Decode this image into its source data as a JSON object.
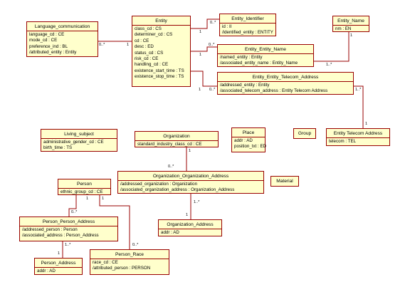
{
  "classes": {
    "language_communication": {
      "name": "Language_communication",
      "attrs": [
        "language_cd : CE",
        "mode_cd : CE",
        "preference_ind : BL",
        "/attributed_entity : Entity"
      ]
    },
    "entity": {
      "name": "Entity",
      "attrs": [
        "class_cd : CS",
        "determiner_cd : CS",
        "cd : CE",
        "desc : ED",
        "status_cd : CS",
        "risk_cd : CE",
        "handling_cd : CE",
        "existence_start_time : TS",
        "existence_stop_time : TS"
      ]
    },
    "entity_identifier": {
      "name": "Entity_Identifier",
      "attrs": [
        "id : II",
        "/identified_entity : ENTITY"
      ]
    },
    "entity_name": {
      "name": "Entity_Name",
      "attrs": [
        "nm : EN"
      ]
    },
    "entity_entity_name": {
      "name": "Entity_Entity_Name",
      "attrs": [
        "/named_entity : Entity",
        "/associated_entity_name : Entity_Name"
      ]
    },
    "entity_entity_telecom_address": {
      "name": "Entity_Entity_Telecom_Address",
      "attrs": [
        "/addressed_entity : Entity",
        "/associated_telecom_address : Entity Telecom Address"
      ]
    },
    "living_subject": {
      "name": "Living_subject",
      "attrs": [
        "administrative_gender_cd : CE",
        "birth_time : TS"
      ]
    },
    "organization": {
      "name": "Organization",
      "attrs": [
        "standard_industry_class_cd : CE"
      ]
    },
    "place": {
      "name": "Place",
      "attrs": [
        "addr : AD",
        "position_txt : ED"
      ]
    },
    "group": {
      "name": "Group",
      "attrs": []
    },
    "entity_telecom_address": {
      "name": "Entity Telecom Address",
      "attrs": [
        "telecom : TEL"
      ]
    },
    "organization_organization_address": {
      "name": "Organization_Organization_Address",
      "attrs": [
        "/addressed_organization : Organization",
        "/associated_organization_address : Organization_Address"
      ]
    },
    "material": {
      "name": "Material",
      "attrs": []
    },
    "person": {
      "name": "Person",
      "attrs": [
        "ethnic_group_cd : CE"
      ]
    },
    "person_person_address": {
      "name": "Person_Person_Address",
      "attrs": [
        "/addressed_person : Person",
        "/associated_address : Person_Address"
      ]
    },
    "organization_address": {
      "name": "Organization_Address",
      "attrs": [
        "addr : AD"
      ]
    },
    "person_address": {
      "name": "Person_Address",
      "attrs": [
        "addr : AD"
      ]
    },
    "person_race": {
      "name": "Person_Race",
      "attrs": [
        "race_cd : CE",
        "/attributed_person : PERSON"
      ]
    }
  },
  "multiplicities": {
    "lc_many": "0..*",
    "entity_lc_one": "1",
    "entity_id_one": "1",
    "id_many": "0..*",
    "entity_name_one": "1",
    "een_many": "0..*",
    "ename_one": "1",
    "ename_many": "1..*",
    "entity_tel_one": "1",
    "eeta_many": "0..*",
    "eta_one": "1",
    "eeta_many2": "1..*",
    "org_one": "1",
    "ooa_many": "0..*",
    "ooa_many2": "1..*",
    "oa_one": "1",
    "person_one_a": "1",
    "ppa_many": "0..*",
    "person_one_b": "1",
    "race_many": "0..*",
    "ppa_many2": "1..*",
    "pa_one": "1"
  },
  "colors": {
    "border": "#990000",
    "fill": "#ffffcc",
    "line": "#990000"
  }
}
